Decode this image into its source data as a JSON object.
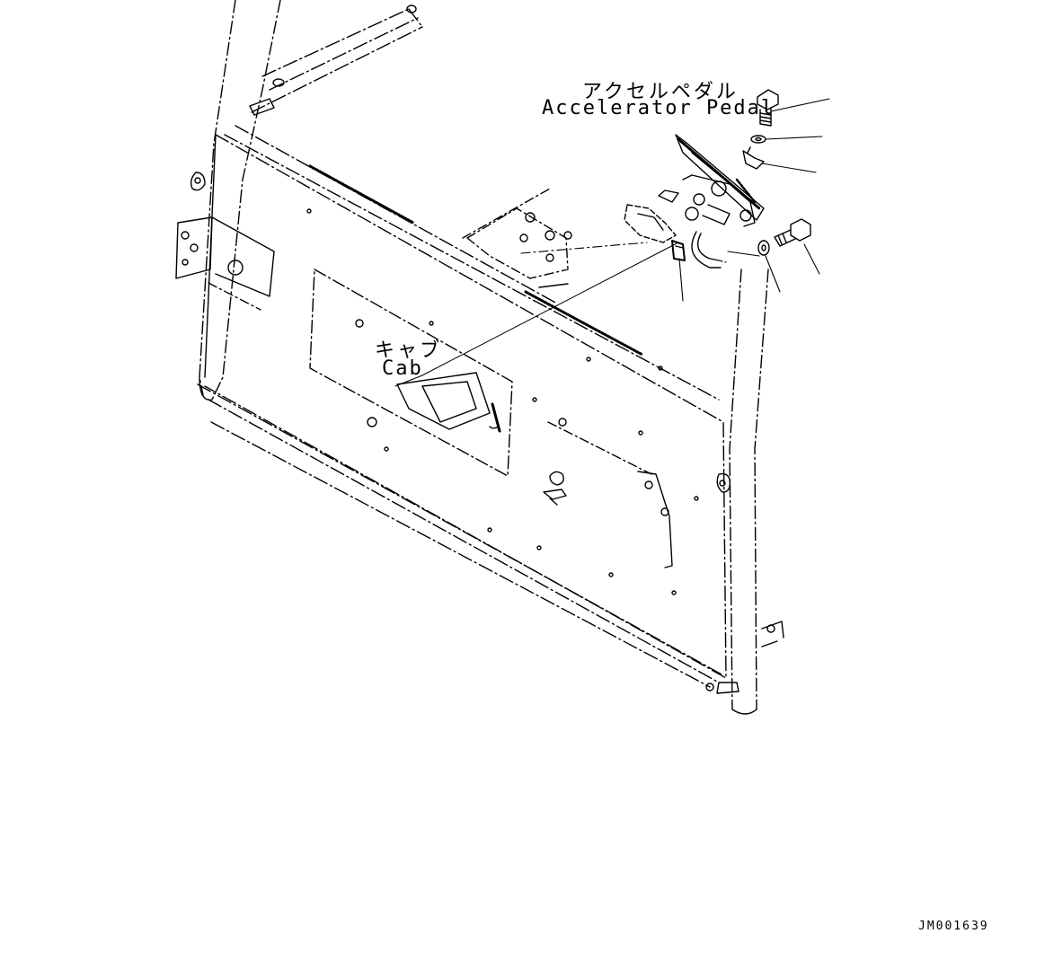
{
  "labels": {
    "accelerator_pedal_jp": "アクセルペダル",
    "accelerator_pedal_en": "Accelerator Pedal",
    "cab_jp": "キャブ",
    "cab_en": "Cab"
  },
  "drawing_code": "JM001639",
  "colors": {
    "line": "#000000",
    "background": "#ffffff"
  }
}
